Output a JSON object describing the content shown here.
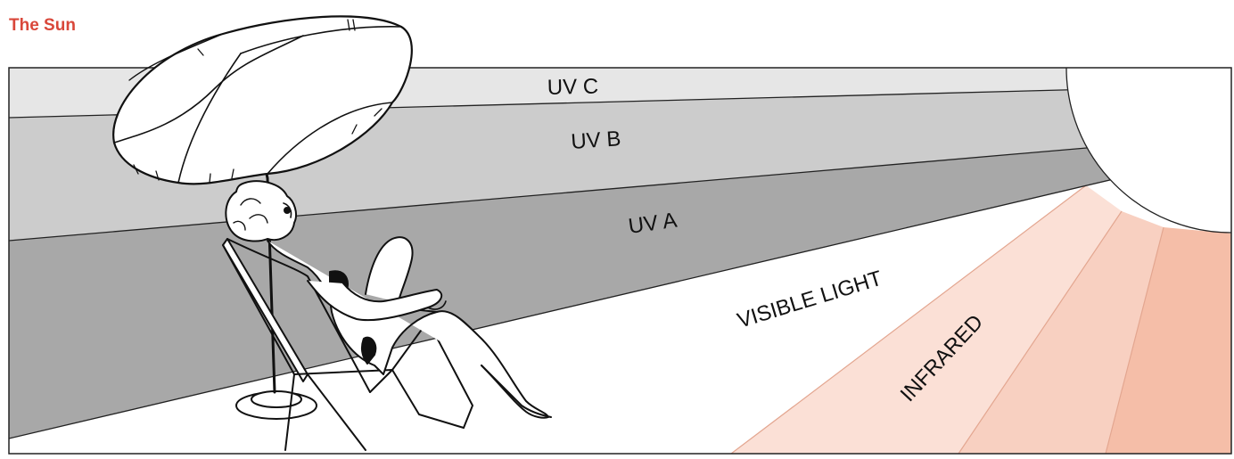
{
  "title": "The Sun",
  "bands": {
    "uvc": "UV C",
    "uvb": "UV B",
    "uva": "UV A",
    "visible": "VISIBLE LIGHT",
    "infrared": "INFRARED"
  },
  "colors": {
    "title": "#d9473a",
    "uvc": "#e6e6e6",
    "uvb": "#cccccc",
    "uva": "#a8a8a8",
    "visible": "#ffffff",
    "infrared_light": "#fbe0d6",
    "infrared_mid": "#f8d0c1",
    "infrared_dark": "#f5bea8",
    "sun": "#ffffff",
    "outline": "#222222"
  }
}
